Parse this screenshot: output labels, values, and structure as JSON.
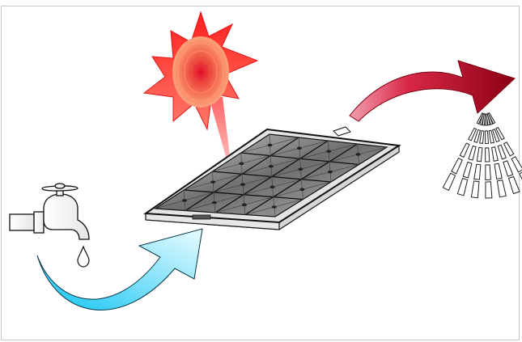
{
  "diagram": {
    "elements": [
      "sun-icon",
      "water-tap-icon",
      "water-drop-icon",
      "cold-water-arrow",
      "solar-panel",
      "hot-water-arrow",
      "shower-spray-icon"
    ],
    "colors": {
      "sun_core": "#e8402c",
      "sun_rays": "#ff2a2a",
      "sun_glow": "#ffb08a",
      "cold_arrow_start": "#1ec8f4",
      "cold_arrow_end": "#e8fbff",
      "hot_arrow_start": "#e8506a",
      "hot_arrow_end": "#9a0018",
      "panel_frame": "#1a1a1a",
      "panel_cells": "#8a8a8a",
      "panel_edge": "#d8d8d8",
      "background": "#ffffff"
    }
  }
}
